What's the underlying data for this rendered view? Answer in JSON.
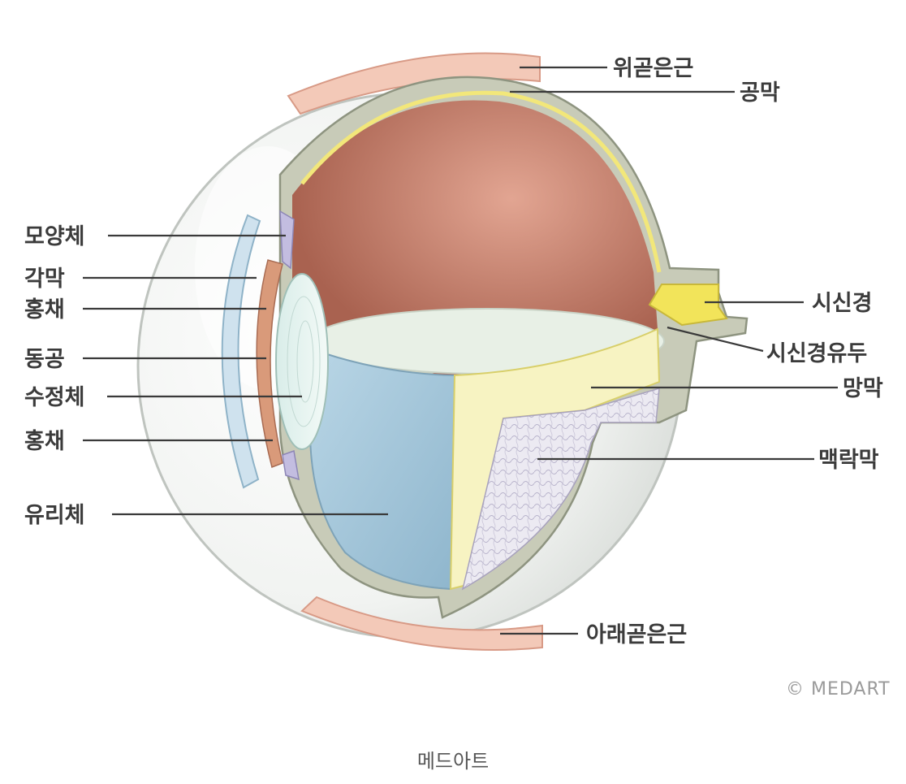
{
  "diagram": {
    "labels": {
      "superior_oblique": "위곧은근",
      "sclera": "공막",
      "ciliary_body": "모양체",
      "cornea": "각막",
      "iris_upper": "홍채",
      "pupil": "동공",
      "lens": "수정체",
      "iris_lower": "홍채",
      "vitreous": "유리체",
      "optic_nerve": "시신경",
      "optic_disc": "시신경유두",
      "retina": "망막",
      "choroid": "맥락막",
      "inferior_oblique": "아래곧은근"
    },
    "copyright": "© MEDART",
    "caption": "메드아트"
  }
}
